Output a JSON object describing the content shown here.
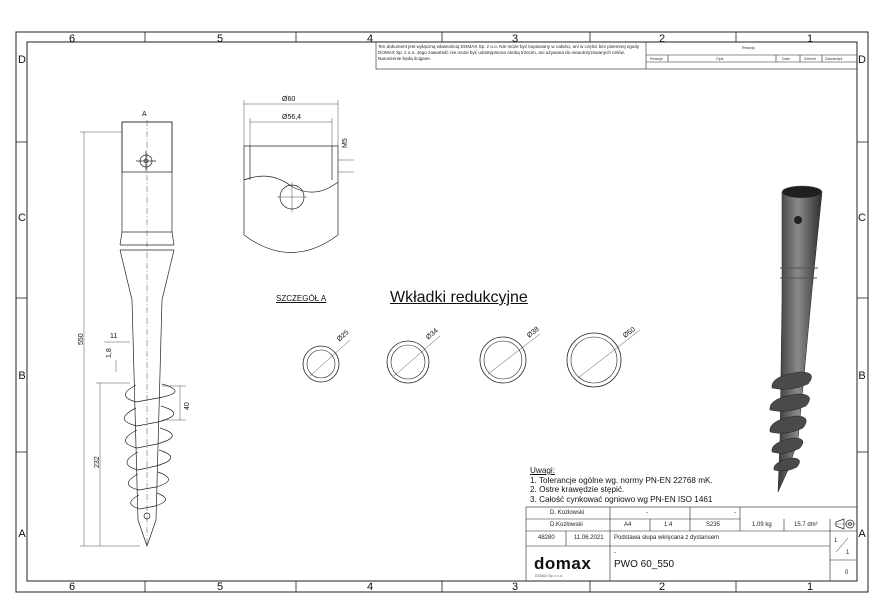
{
  "zones": {
    "columns": [
      "6",
      "5",
      "4",
      "3",
      "2",
      "1"
    ],
    "rows": [
      "D",
      "C",
      "B",
      "A"
    ]
  },
  "notice": "Ten dokument jest wyłączną własnością DOMAX Sp. z o.o. Nie może być kopiowany w całości, ani w części bez pisemnej zgody DOMAX Sp. z o.o. Jego zawartość nie może być udostępniona osobą trzecim, ani używana do nieautoryzowanych celów. Naruszenie będą ścigane.",
  "revision": {
    "header": "Rewizja",
    "columns": [
      "Rewizja",
      "Opis",
      "Data",
      "Zmienił",
      "Zatwierdził"
    ]
  },
  "views": {
    "section_label": "A",
    "detail_label": "SZCZEGÓŁ A",
    "inserts_title": "Wkładki redukcyjne"
  },
  "dimensions": {
    "outer_diameter": "Ø60",
    "inner_diameter": "Ø56,4",
    "thread": "M5",
    "total_length": "550",
    "spiral_length": "232",
    "pitch": "40",
    "dim_11": "11",
    "dim_1_8": "1,8"
  },
  "inserts": [
    "Ø25",
    "Ø34",
    "Ø38",
    "Ø50"
  ],
  "notes": {
    "title": "Uwagi:",
    "items": [
      "1.   Tolerancje ogólne wg. normy PN-EN 22768 mK.",
      "2.   Ostre krawędzie stępić.",
      "3.   Całość cynkować ogniowo wg PN-EN ISO 1461"
    ]
  },
  "title_block": {
    "checked_by": "D. Kozłowski",
    "drawn_by": "D.Kozłowski",
    "dash1": "-",
    "dash2": "-",
    "format": "A4",
    "scale": "1:4",
    "material": "S235",
    "mass": "1.09 kg",
    "area": "15.7 dm²",
    "number": "48280",
    "date": "11.06.2021",
    "description": "Podstawa słupa wkręcana z dystansem",
    "dash3": "-",
    "brand": "domax",
    "brand_sub": "DOMAX Sp. z o.o.",
    "code": "PWO 60_550",
    "sheet_num": "1",
    "sheet_total": "1",
    "revision_num": "0"
  }
}
